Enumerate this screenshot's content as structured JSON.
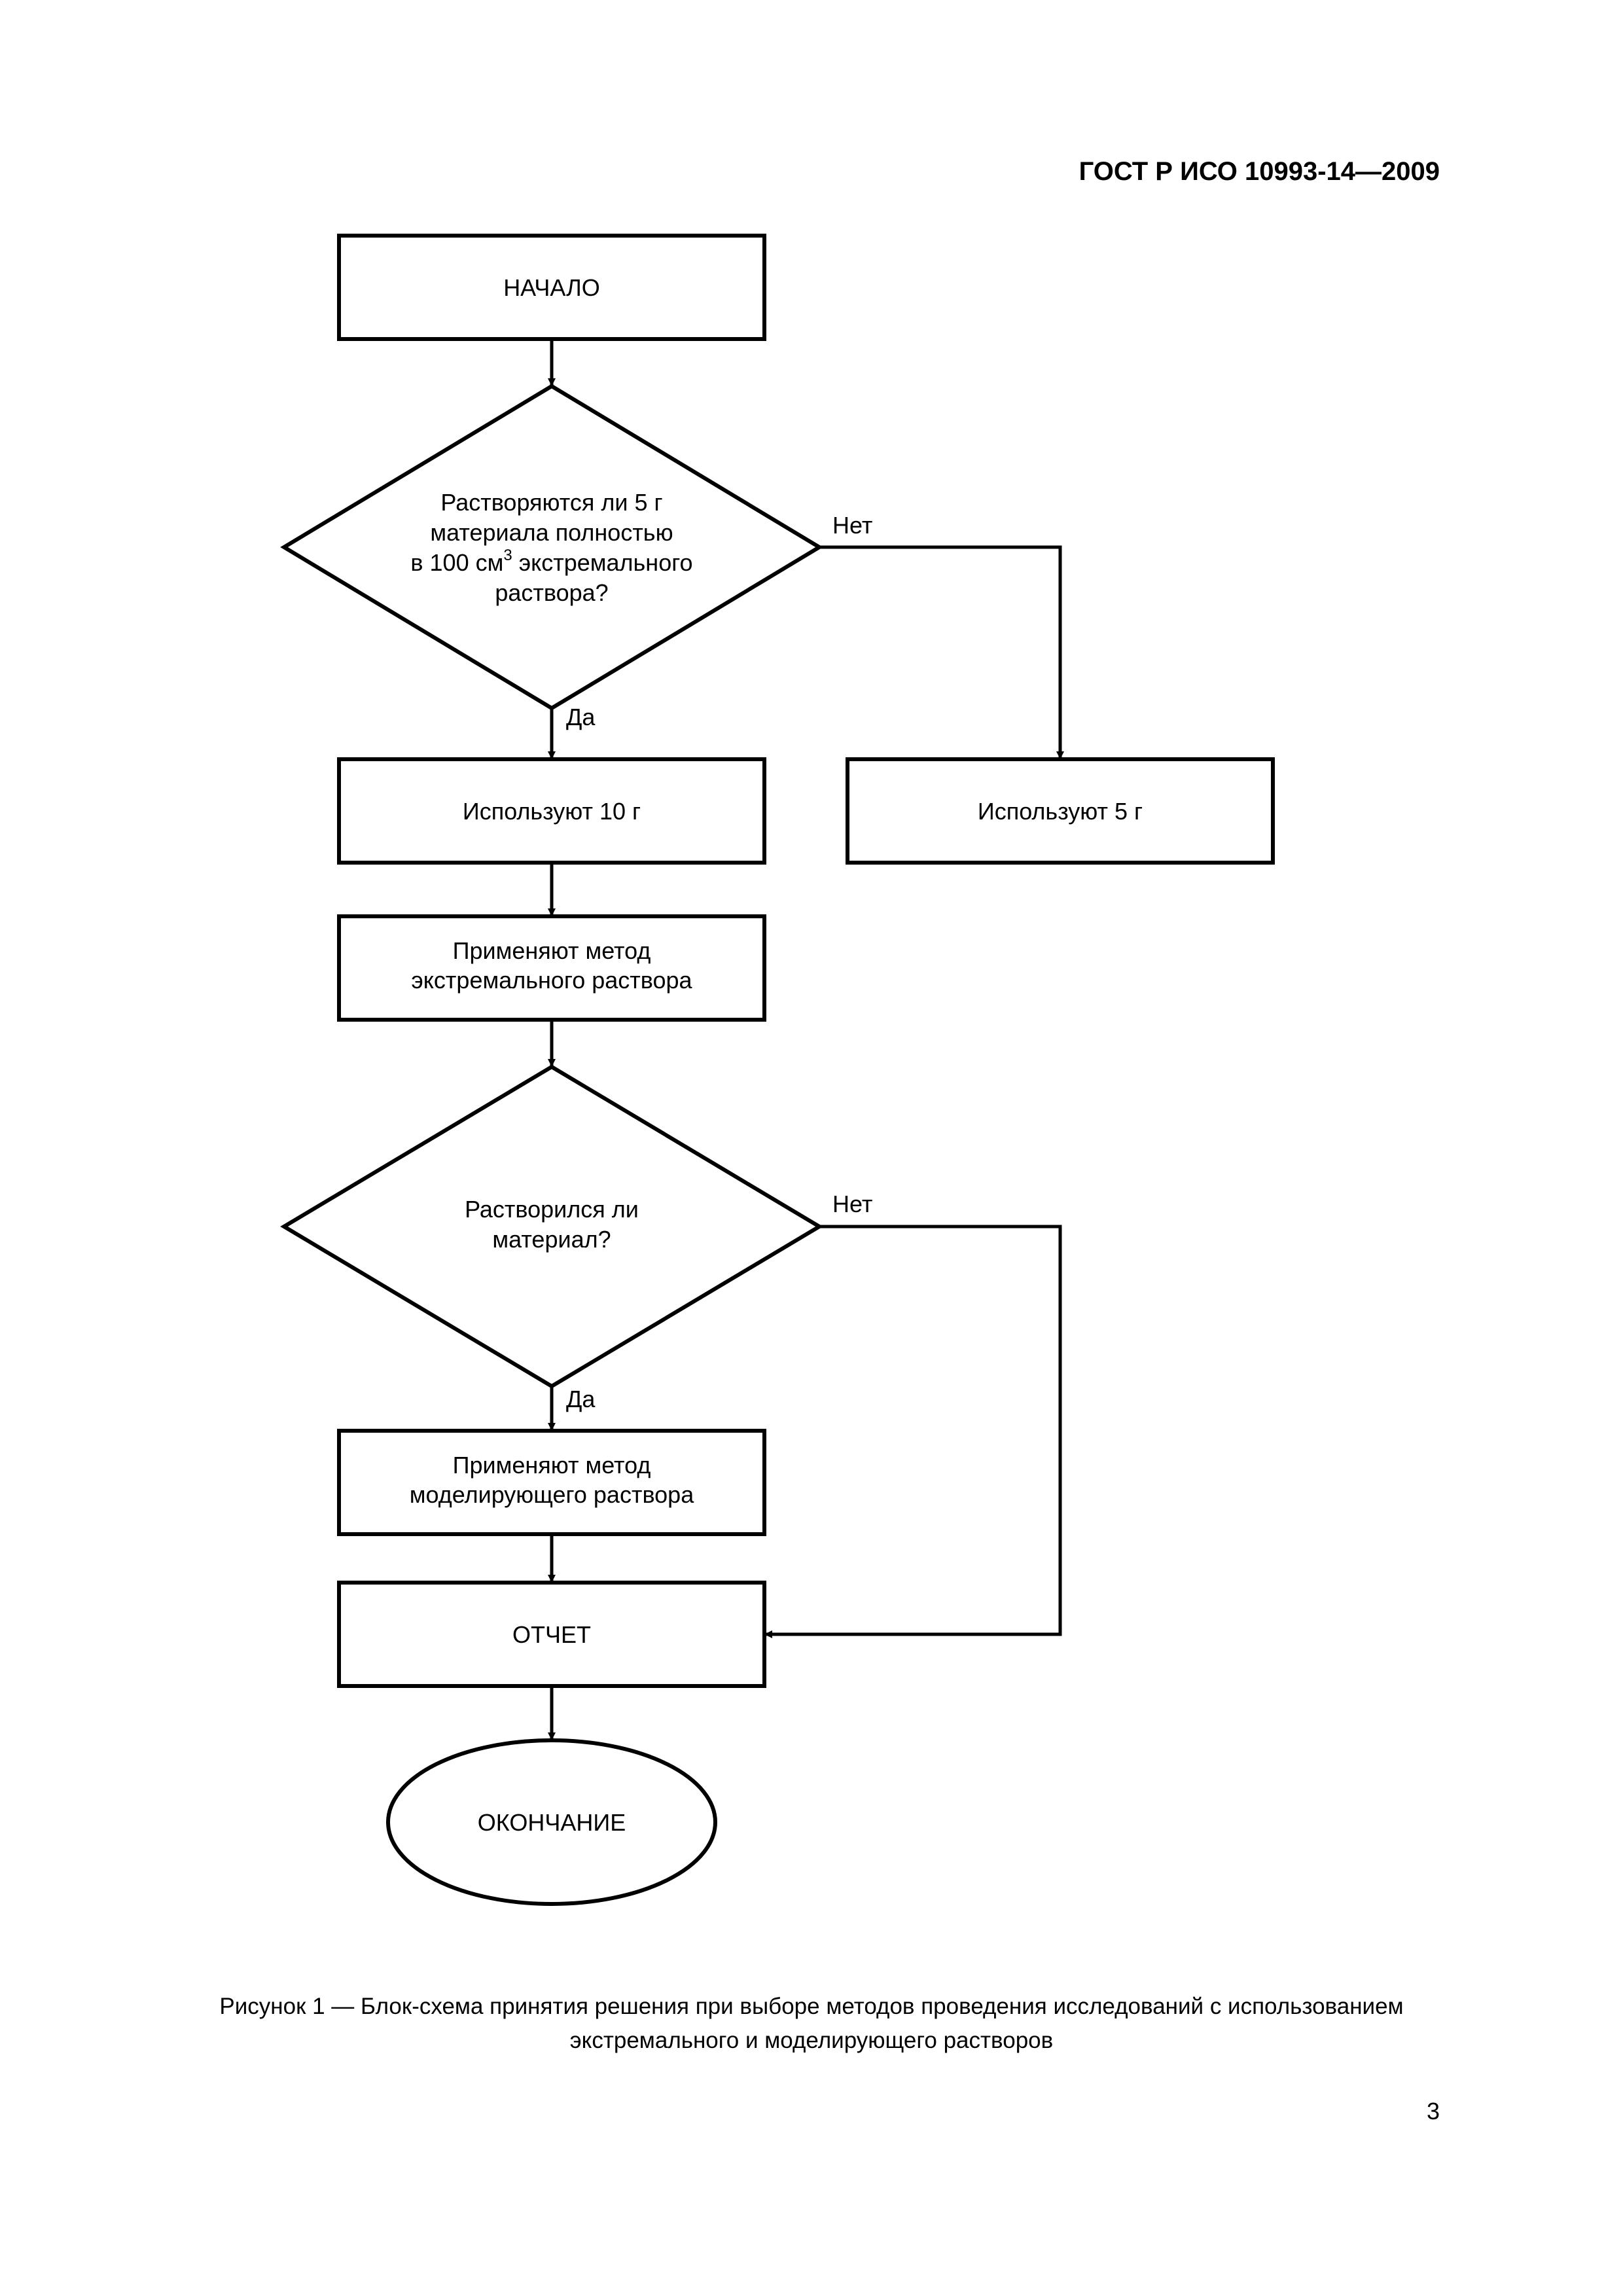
{
  "header": {
    "doc_code": "ГОСТ Р ИСО 10993-14—2009"
  },
  "flowchart": {
    "start": "НАЧАЛО",
    "decision1": {
      "line1": "Растворяются ли 5 г",
      "line2": "материала полностью",
      "line3_pre": "в 100 см",
      "line3_sup": "3",
      "line3_post": " экстремального",
      "line4": "раствора?"
    },
    "label_no_1": "Нет",
    "label_yes_1": "Да",
    "use10": "Используют 10 г",
    "use5": "Используют 5 г",
    "extreme": {
      "line1": "Применяют метод",
      "line2": "экстремального раствора"
    },
    "decision2": {
      "line1": "Растворился ли",
      "line2": "материал?"
    },
    "label_no_2": "Нет",
    "label_yes_2": "Да",
    "modeling": {
      "line1": "Применяют метод",
      "line2": "моделирующего раствора"
    },
    "report": "ОТЧЕТ",
    "end": "ОКОНЧАНИЕ"
  },
  "caption": {
    "line1": "Рисунок 1 — Блок-схема принятия решения при выборе методов проведения исследований с использованием",
    "line2": "экстремального и моделирующего растворов"
  },
  "page_number": "3"
}
